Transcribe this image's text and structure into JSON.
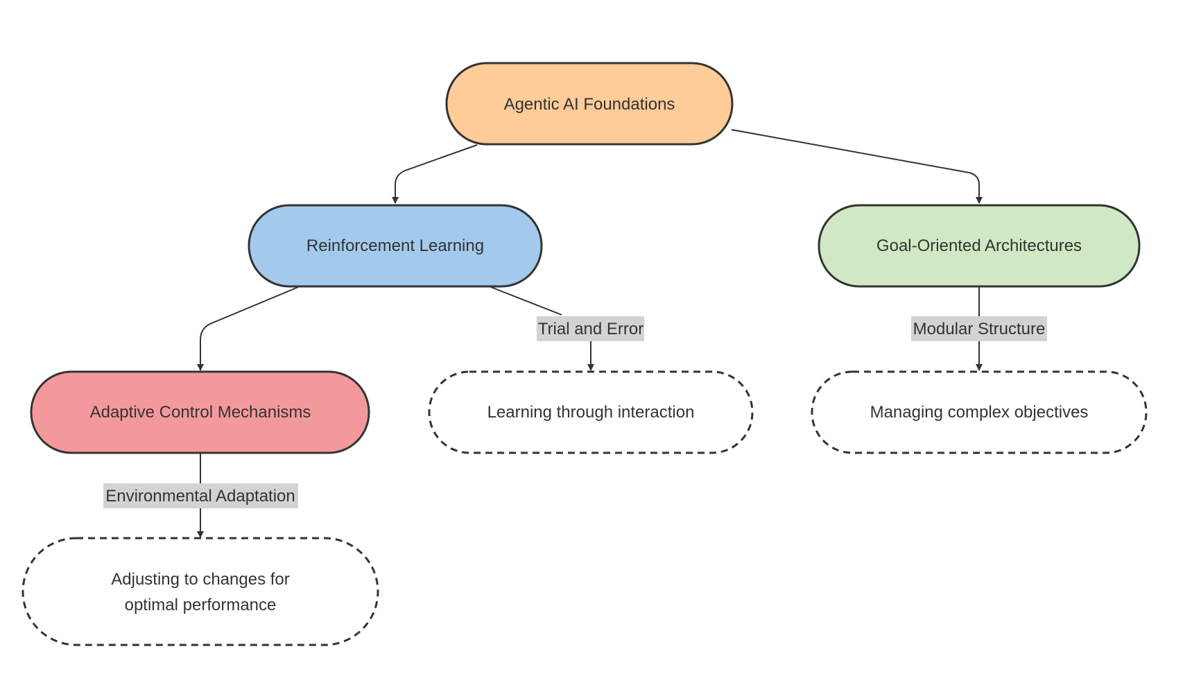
{
  "diagram": {
    "nodes": [
      {
        "id": "agentic-ai-foundations",
        "label": "Agentic AI Foundations",
        "style": "solid",
        "fill": "#ffcc99"
      },
      {
        "id": "reinforcement-learning",
        "label": "Reinforcement Learning",
        "style": "solid",
        "fill": "#a3c9ed"
      },
      {
        "id": "goal-oriented-architectures",
        "label": "Goal-Oriented Architectures",
        "style": "solid",
        "fill": "#d0e8c3"
      },
      {
        "id": "adaptive-control-mechanisms",
        "label": "Adaptive Control Mechanisms",
        "style": "solid",
        "fill": "#f4999b"
      },
      {
        "id": "learning-through-interaction",
        "label": "Learning through interaction",
        "style": "dashed",
        "fill": "#ffffff"
      },
      {
        "id": "managing-complex-objectives",
        "label": "Managing complex objectives",
        "style": "dashed",
        "fill": "#ffffff"
      },
      {
        "id": "adjusting-to-changes",
        "label_lines": [
          "Adjusting to changes for",
          "optimal performance"
        ],
        "style": "dashed",
        "fill": "#ffffff"
      }
    ],
    "edges": [
      {
        "from": "agentic-ai-foundations",
        "to": "reinforcement-learning",
        "label": ""
      },
      {
        "from": "agentic-ai-foundations",
        "to": "goal-oriented-architectures",
        "label": ""
      },
      {
        "from": "reinforcement-learning",
        "to": "adaptive-control-mechanisms",
        "label": ""
      },
      {
        "from": "reinforcement-learning",
        "to": "learning-through-interaction",
        "label": "Trial and Error"
      },
      {
        "from": "goal-oriented-architectures",
        "to": "managing-complex-objectives",
        "label": "Modular Structure"
      },
      {
        "from": "adaptive-control-mechanisms",
        "to": "adjusting-to-changes",
        "label": "Environmental Adaptation"
      }
    ],
    "colors": {
      "stroke": "#333333",
      "edge_label_background": "#d3d3d3",
      "text": "#333333"
    }
  }
}
